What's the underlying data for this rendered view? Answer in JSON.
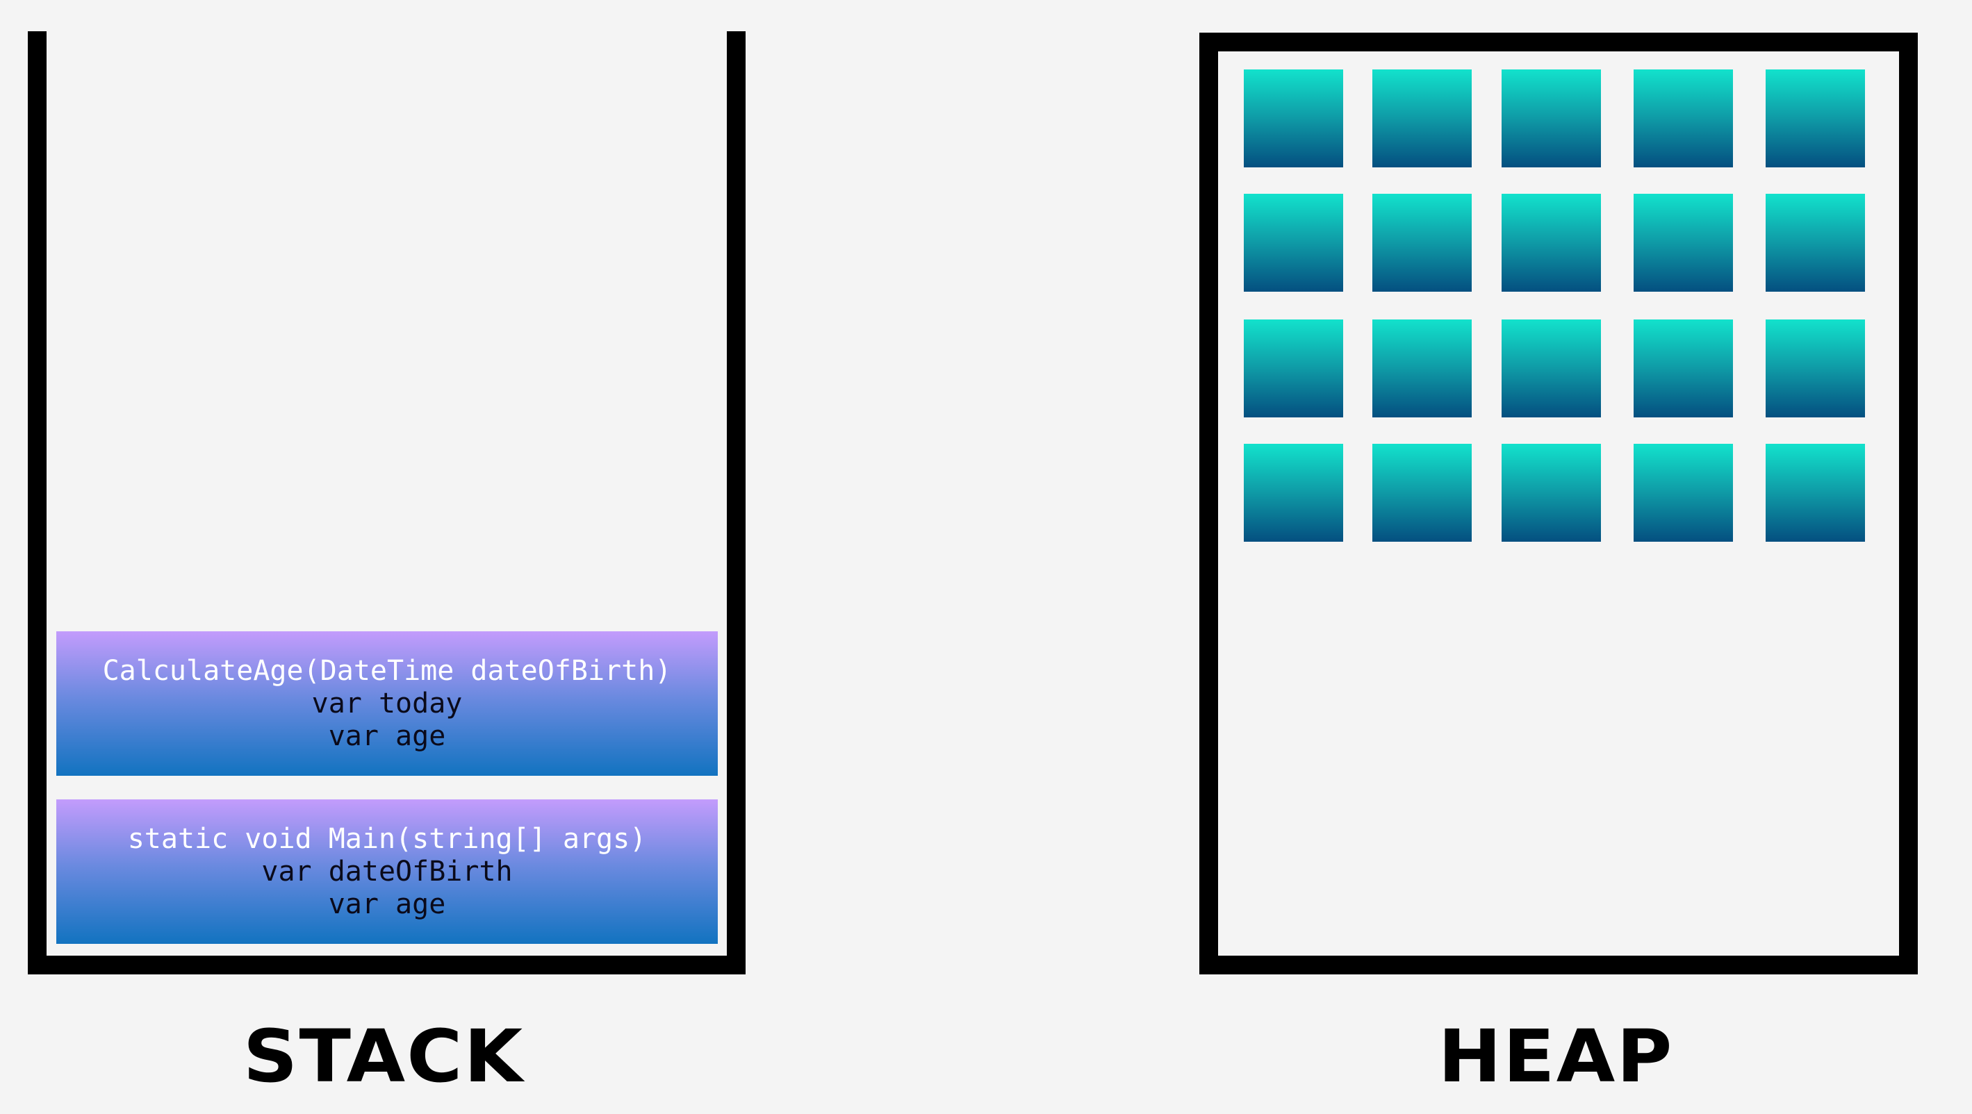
{
  "stack": {
    "label": "STACK",
    "frames": [
      {
        "signature": "CalculateAge(DateTime dateOfBirth)",
        "vars": [
          "var today",
          "var age"
        ]
      },
      {
        "signature": "static void Main(string[] args)",
        "vars": [
          "var dateOfBirth",
          "var age"
        ]
      }
    ]
  },
  "heap": {
    "label": "HEAP",
    "rows": 4,
    "columns": 5
  },
  "colors": {
    "frame_top": "#c39cfc",
    "frame_bottom": "#1273c0",
    "block_top": "#12e2cc",
    "block_bottom": "#044f80"
  }
}
